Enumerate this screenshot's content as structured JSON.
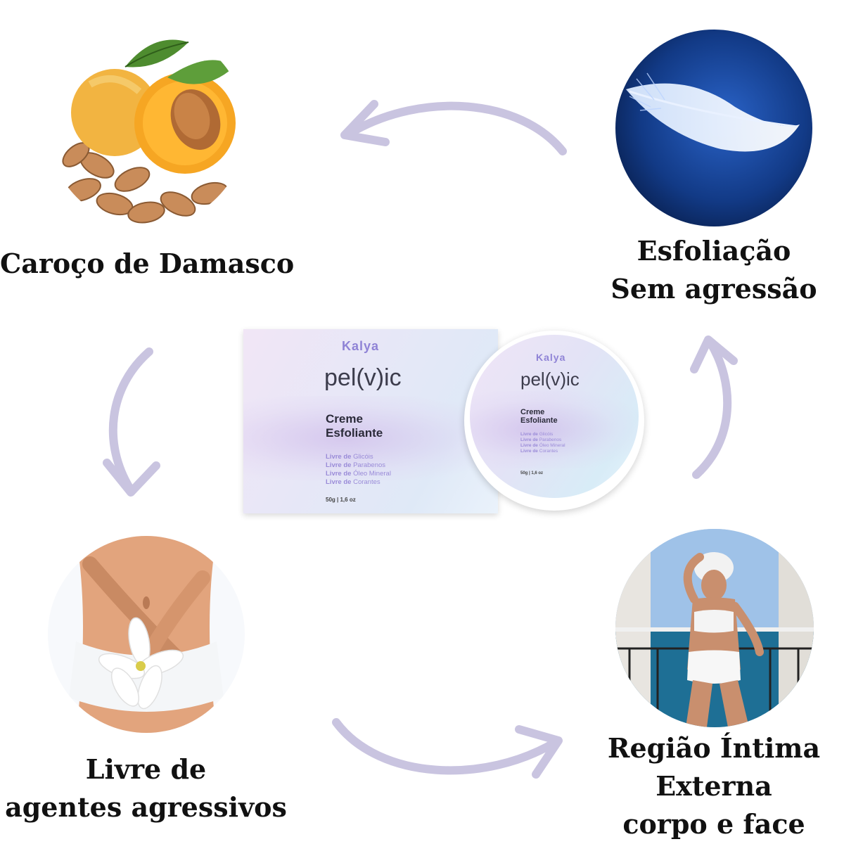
{
  "colors": {
    "arrow": "#c9c4e0",
    "brand": "#7b6fc9",
    "text": "#111111"
  },
  "features": [
    {
      "id": "apricot",
      "caption_lines": [
        "Caroço de Damasco"
      ],
      "image": "apricot-with-kernels"
    },
    {
      "id": "feather",
      "caption_lines": [
        "Esfoliação",
        "Sem agressão"
      ],
      "image": "white-feather-on-blue"
    },
    {
      "id": "body",
      "caption_lines": [
        "Livre de",
        "agentes agressivos"
      ],
      "image": "woman-hands-lily-flower"
    },
    {
      "id": "intimate",
      "caption_lines": [
        "Região Íntima",
        "Externa",
        "corpo e face"
      ],
      "image": "woman-towel-balcony-sea"
    }
  ],
  "product": {
    "box": {
      "brand": "Kalya",
      "name": "pel(v)ic",
      "title_lines": [
        "Creme",
        "Esfoliante"
      ],
      "claims": [
        {
          "prefix": "Livre de",
          "item": "Glicóis"
        },
        {
          "prefix": "Livre de",
          "item": "Parabenos"
        },
        {
          "prefix": "Livre de",
          "item": "Óleo Mineral"
        },
        {
          "prefix": "Livre de",
          "item": "Corantes"
        }
      ],
      "weight": "50g | 1,6 oz"
    },
    "jar": {
      "brand": "Kalya",
      "name": "pel(v)ic",
      "title_lines": [
        "Creme",
        "Esfoliante"
      ],
      "claims": [
        {
          "prefix": "Livre de",
          "item": "Glicóis"
        },
        {
          "prefix": "Livre de",
          "item": "Parabenos"
        },
        {
          "prefix": "Livre de",
          "item": "Óleo Mineral"
        },
        {
          "prefix": "Livre de",
          "item": "Corantes"
        }
      ],
      "weight": "50g | 1,6 oz"
    }
  }
}
